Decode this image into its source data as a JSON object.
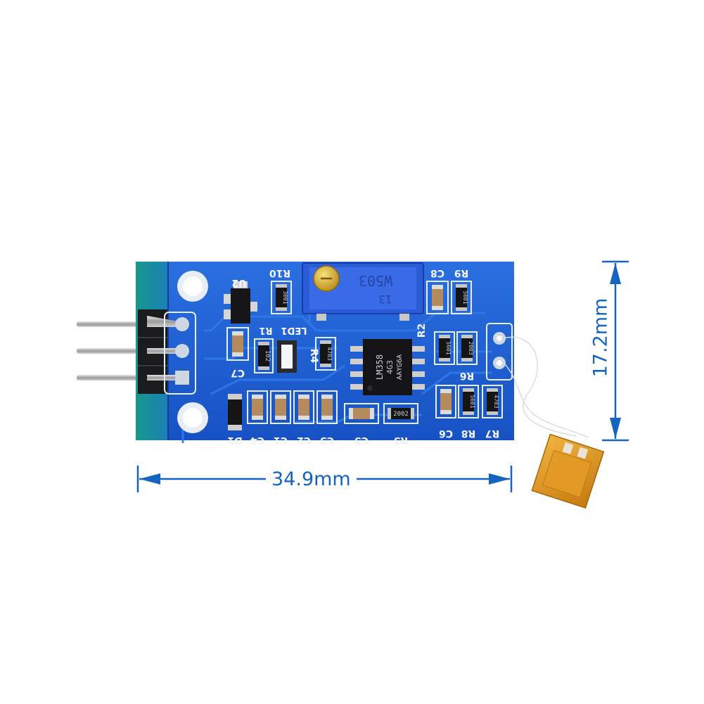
{
  "dimensions": {
    "width_label": "34.9mm",
    "height_label": "17.2mm",
    "color": "#1565c0"
  },
  "board": {
    "pcb_color": "#1a5fd0",
    "silkscreen": {
      "u2": "U2",
      "r10": "R10",
      "c8": "C8",
      "r9": "R9",
      "led1": "LED1",
      "r1": "R1",
      "r2": "R2",
      "r4": "R4",
      "r6": "R6",
      "c7": "C7",
      "d1": "D1",
      "c4": "C4",
      "c1": "C1",
      "c2": "C2",
      "c3": "C3",
      "c5": "C5",
      "r3": "R3",
      "c6": "C6",
      "r8": "R8",
      "r7": "R7"
    },
    "chip_markings": {
      "line1": "LM358",
      "line2": "4G3",
      "line3": "AAYG6A"
    },
    "potentiometer_markings": {
      "line1": "W503",
      "line2": "13"
    },
    "resistor_codes": {
      "r10": "3001",
      "r9": "5001",
      "r1": "102",
      "r4": "4703",
      "r3": "2002",
      "r6a": "5601",
      "r6b": "2003",
      "r8": "5601",
      "r7": "4703"
    }
  }
}
